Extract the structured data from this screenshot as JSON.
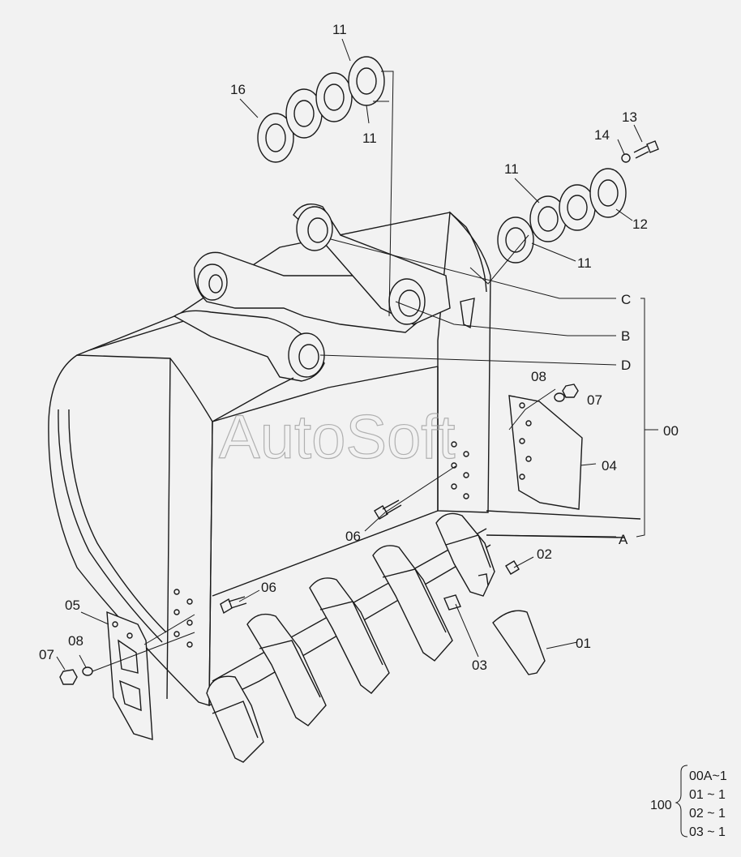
{
  "watermark": "AutoSoft",
  "labels": {
    "p00": "00",
    "p01": "01",
    "p02": "02",
    "p03": "03",
    "p04": "04",
    "p05": "05",
    "p06a": "06",
    "p06b": "06",
    "p07a": "07",
    "p07b": "07",
    "p08a": "08",
    "p08b": "08",
    "p11a": "11",
    "p11b": "11",
    "p11c": "11",
    "p11d": "11",
    "p12": "12",
    "p13": "13",
    "p14": "14",
    "p16": "16",
    "A": "A",
    "B": "B",
    "C": "C",
    "D": "D"
  },
  "reference": {
    "qty": "100",
    "lines": [
      "00A~1",
      "01 ~ 1",
      "02 ~ 1",
      "03 ~ 1"
    ]
  }
}
